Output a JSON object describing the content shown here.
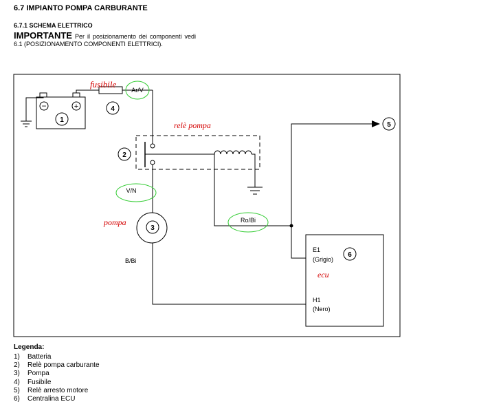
{
  "header": {
    "section": "6.7  IMPIANTO POMPA CARBURANTE",
    "subsection": "6.7.1  SCHEMA ELETTRICO",
    "important_label": "IMPORTANTE",
    "important_text": "Per il posizionamento dei componenti vedi 6.1 (POSIZIONAMENTO COMPONENTI ELETTRICI)."
  },
  "diagram": {
    "battery_minus": "−",
    "battery_plus": "+",
    "markers": [
      "1",
      "2",
      "3",
      "4",
      "5",
      "6"
    ],
    "annotations": {
      "fuse": "fusibile",
      "relay": "relè pompa",
      "pump": "pompa",
      "ecu": "ecu"
    },
    "wire_labels": {
      "ar_v": "Ar/V",
      "v_n": "V/N",
      "ro_bi": "Ro/Bi",
      "b_bi": "B/Bi"
    },
    "ecu_pins": {
      "e1": "E1",
      "e1_color": "(Grigio)",
      "h1": "H1",
      "h1_color": "(Nero)"
    },
    "colors": {
      "line": "#000000",
      "annotation": "#d40000",
      "highlight": "#33cc33"
    }
  },
  "legend": {
    "title": "Legenda:",
    "items": [
      {
        "num": "1)",
        "label": "Batteria"
      },
      {
        "num": "2)",
        "label": "Relè pompa carburante"
      },
      {
        "num": "3)",
        "label": "Pompa"
      },
      {
        "num": "4)",
        "label": "Fusibile"
      },
      {
        "num": "5)",
        "label": "Relè arresto motore"
      },
      {
        "num": "6)",
        "label": "Centralina ECU"
      }
    ]
  }
}
